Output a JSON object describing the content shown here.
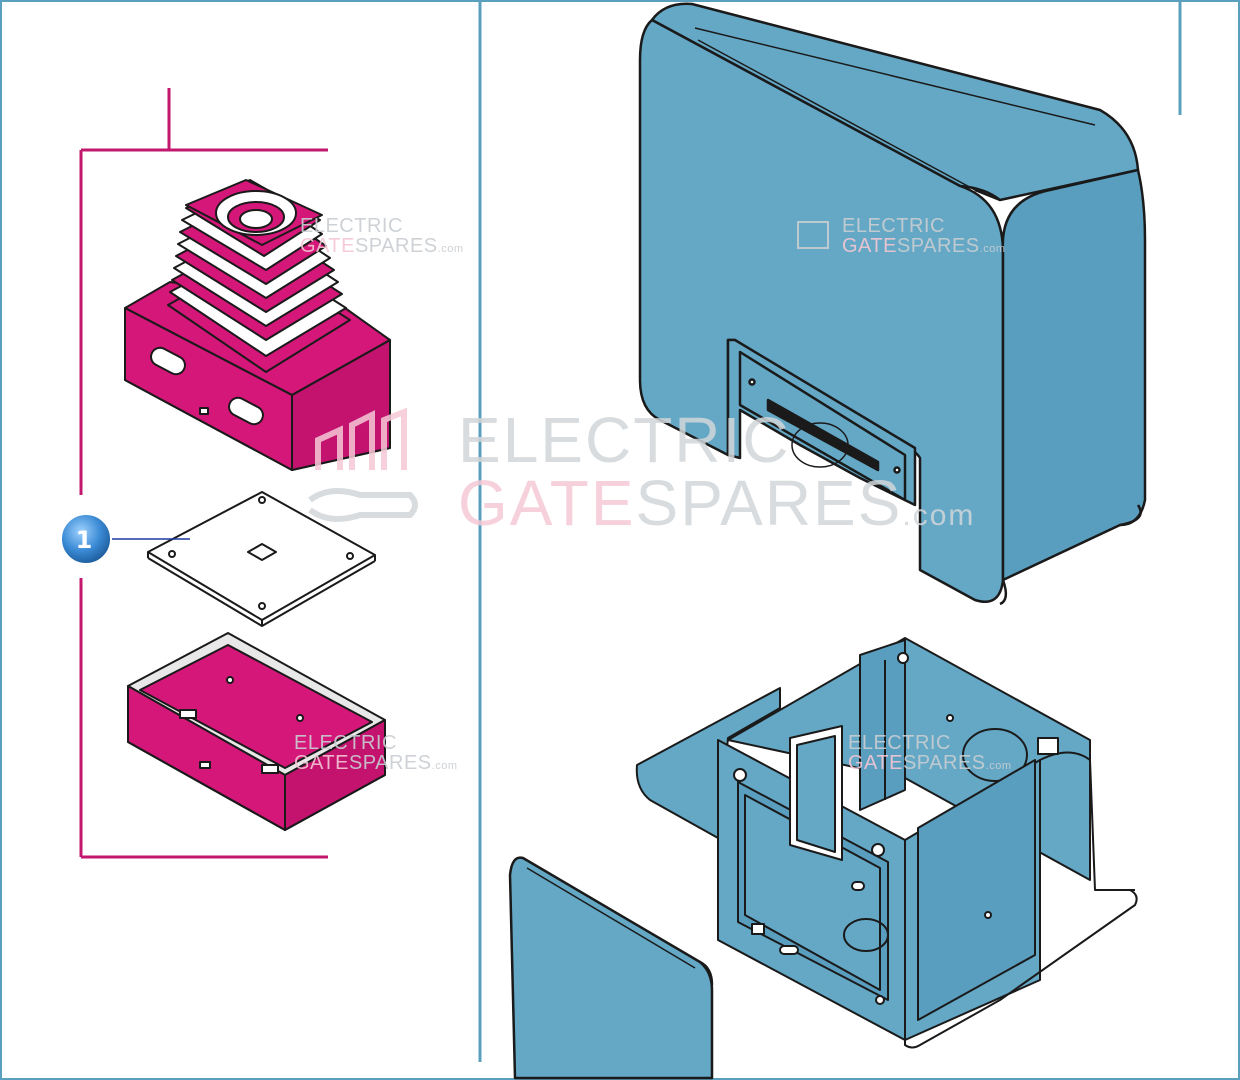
{
  "callout": {
    "number": "1"
  },
  "watermark": {
    "line1": "ELECTRIC",
    "line2_a": "GATE",
    "line2_b": "SPARES",
    "suffix": ".com"
  },
  "colors": {
    "magenta": "#d6177a",
    "blue": "#64a8c6",
    "frame_blue": "#5b9fbe",
    "outline": "#1a1a1a",
    "callout": "#3c8fd6"
  }
}
